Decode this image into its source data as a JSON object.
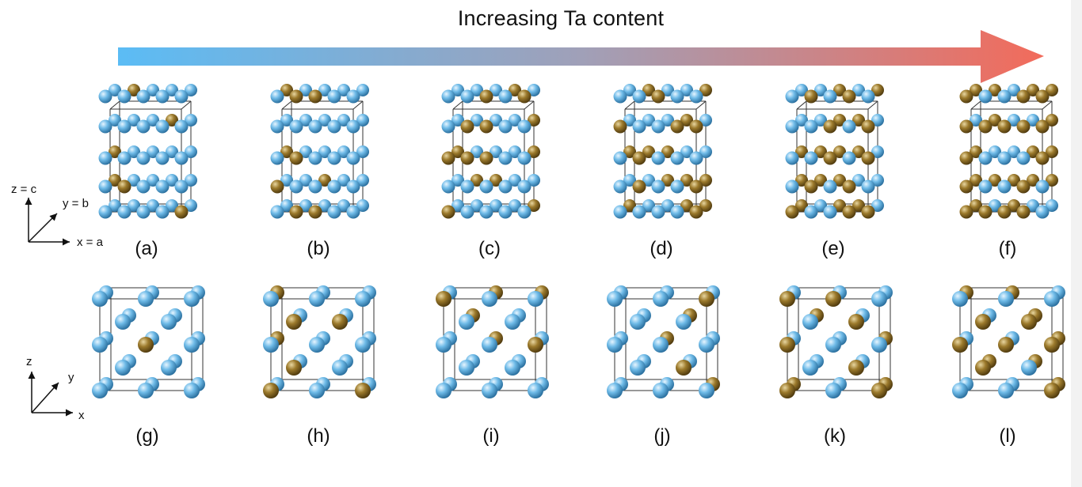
{
  "title": "Increasing Ta content",
  "arrow": {
    "gradient_start": "#5bbcf5",
    "gradient_mid": "#a0a0b8",
    "gradient_end": "#f26b5b"
  },
  "colors": {
    "host_atom": "#4aa3d8",
    "ta_atom": "#8a6a22",
    "cell_edge": "#333333"
  },
  "row_top": {
    "axes": {
      "z": "z = c",
      "y": "y = b",
      "x": "x = a"
    },
    "panels": [
      {
        "label": "(a)"
      },
      {
        "label": "(b)"
      },
      {
        "label": "(c)"
      },
      {
        "label": "(d)"
      },
      {
        "label": "(e)"
      },
      {
        "label": "(f)"
      }
    ]
  },
  "row_bottom": {
    "axes": {
      "z": "z",
      "y": "y",
      "x": "x"
    },
    "panels": [
      {
        "label": "(g)"
      },
      {
        "label": "(h)"
      },
      {
        "label": "(i)"
      },
      {
        "label": "(j)"
      },
      {
        "label": "(k)"
      },
      {
        "label": "(l)"
      }
    ]
  }
}
